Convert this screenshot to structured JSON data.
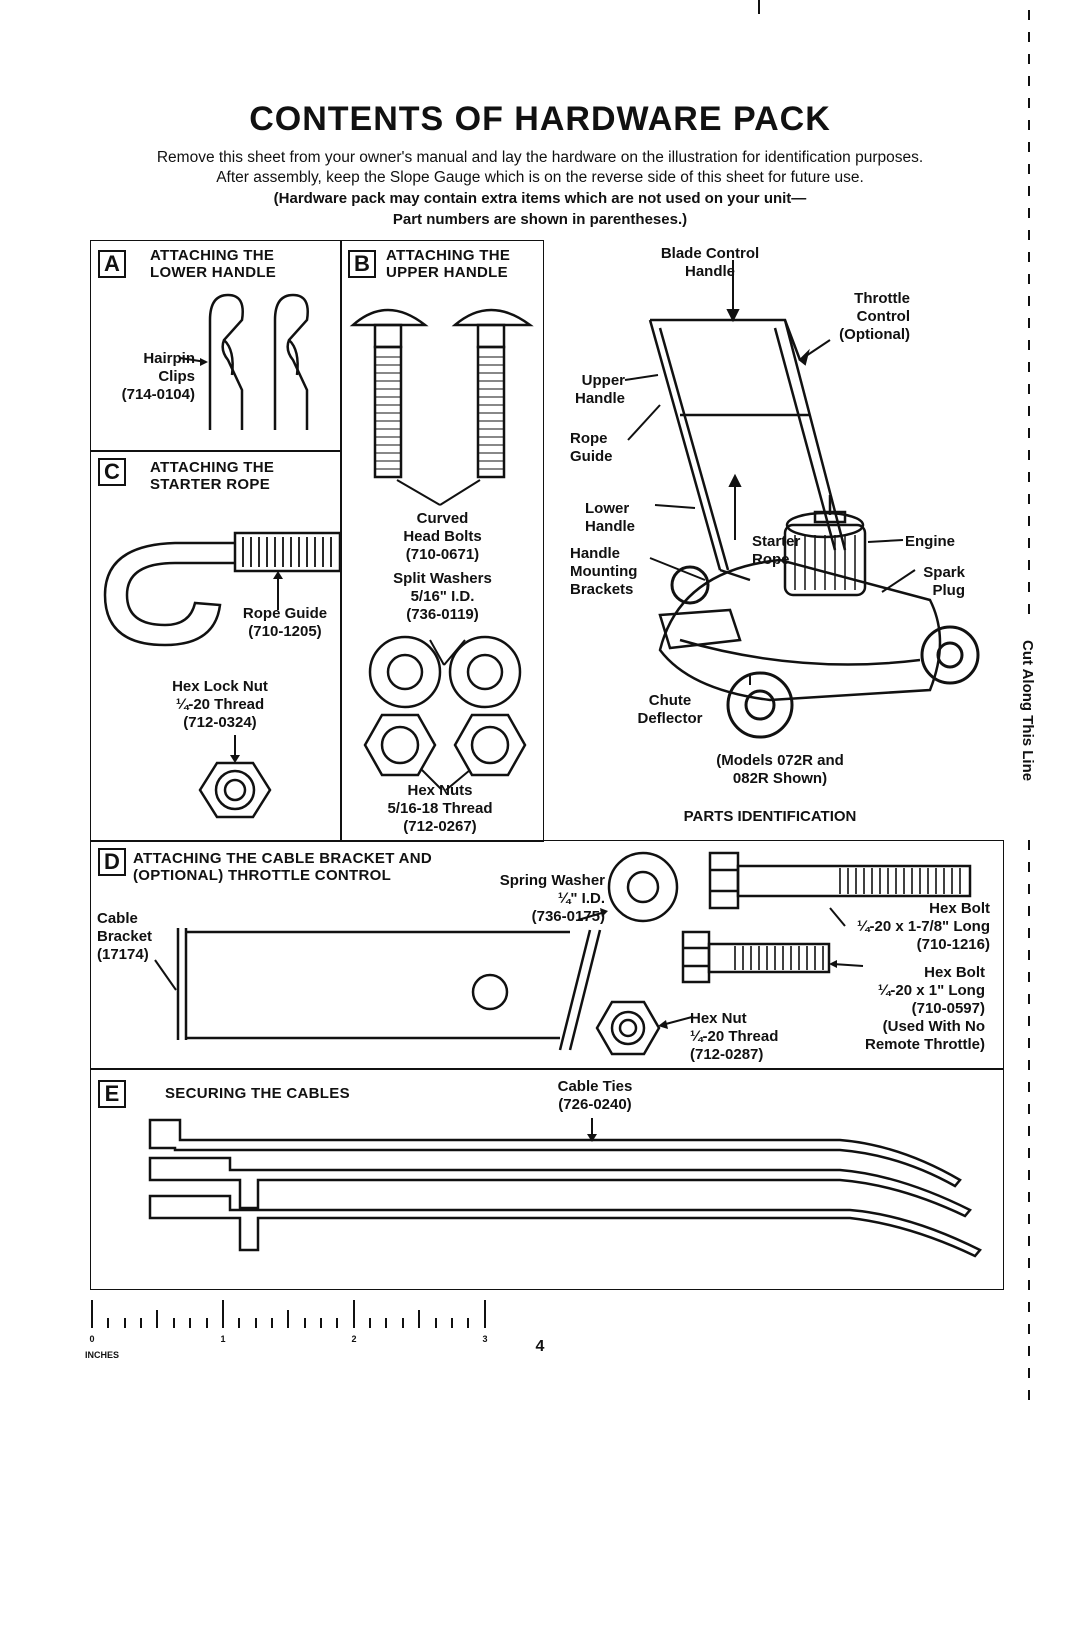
{
  "title": "CONTENTS OF HARDWARE PACK",
  "intro": {
    "line1": "Remove this sheet from your owner's manual and lay the hardware on the illustration for identification purposes.",
    "line2": "After assembly, keep the Slope Gauge which is on the reverse side of this sheet for future use.",
    "line3": "(Hardware pack may contain extra items which are not used on your unit—",
    "line4": "Part numbers are shown in parentheses.)"
  },
  "sections": {
    "a": {
      "letter": "A",
      "title": "ATTACHING THE\nLOWER HANDLE",
      "part_label": "Hairpin\nClips",
      "part_no": "(714-0104)"
    },
    "b": {
      "letter": "B",
      "title": "ATTACHING THE\nUPPER HANDLE",
      "bolts": "Curved\nHead Bolts\n(710-0671)",
      "washers": "Split Washers\n5/16\" I.D.\n(736-0119)",
      "nuts": "Hex Nuts\n5/16-18 Thread\n(712-0267)"
    },
    "c": {
      "letter": "C",
      "title": "ATTACHING THE\nSTARTER ROPE",
      "guide": "Rope Guide\n(710-1205)",
      "locknut": "Hex Lock Nut\n¼-20 Thread\n(712-0324)"
    },
    "d": {
      "letter": "D",
      "title": "ATTACHING THE CABLE BRACKET AND\n(OPTIONAL) THROTTLE CONTROL",
      "washer": "Spring Washer\n¼\" I.D.\n(736-0175)",
      "bracket": "Cable\nBracket\n(17174)",
      "bolt_long": "Hex Bolt\n¼-20 x 1-7/8\" Long\n(710-1216)",
      "bolt_short": "Hex Bolt\n¼-20 x 1\" Long\n(710-0597)\n(Used With No\nRemote Throttle)",
      "hexnut": "Hex Nut\n¼-20 Thread\n(712-0287)"
    },
    "e": {
      "letter": "E",
      "title": "SECURING THE CABLES",
      "ties": "Cable Ties\n(726-0240)"
    }
  },
  "mower": {
    "blade_control": "Blade Control\nHandle",
    "throttle": "Throttle\nControl\n(Optional)",
    "upper_handle": "Upper\nHandle",
    "rope_guide": "Rope\nGuide",
    "lower_handle": "Lower\nHandle",
    "mounting": "Handle\nMounting\nBrackets",
    "starter_rope": "Starter\nRope",
    "engine": "Engine",
    "spark_plug": "Spark\nPlug",
    "chute": "Chute\nDeflector",
    "models": "(Models 072R and\n082R Shown)",
    "parts_id": "PARTS IDENTIFICATION"
  },
  "ruler": {
    "ticks": [
      "0",
      "1",
      "2",
      "3"
    ],
    "unit": "INCHES"
  },
  "page_number": "4",
  "cut_text": "Cut Along This Line"
}
